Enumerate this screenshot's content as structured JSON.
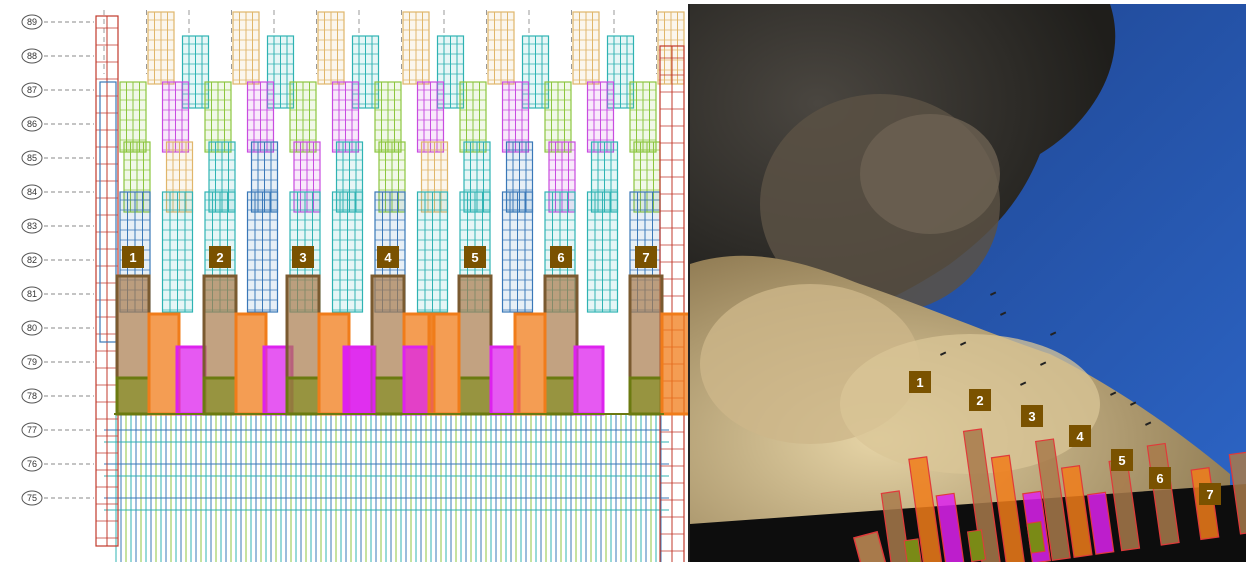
{
  "diagram": {
    "floors": [
      "89",
      "88",
      "87",
      "86",
      "85",
      "84",
      "83",
      "82",
      "81",
      "80",
      "79",
      "78",
      "77",
      "76",
      "75"
    ],
    "column_badges": [
      "1",
      "2",
      "3",
      "4",
      "5",
      "6",
      "7"
    ],
    "colors": {
      "orange": "#f07c1a",
      "brown": "#a87a4b",
      "magenta": "#dd22ee",
      "olive": "#7a8a16",
      "badge": "#7a5200",
      "red_grid": "#c0392b",
      "blue_grid": "#3a78b8",
      "teal_grid": "#2fb3b3",
      "green_grid": "#8cc63f",
      "tan_grid": "#e0b66a",
      "violet_grid": "#c94be0"
    }
  },
  "photo": {
    "column_badges": [
      "1",
      "2",
      "3",
      "4",
      "5",
      "6",
      "7"
    ],
    "colors": {
      "sky": "#2d66c8",
      "smoke_dark": "#1f1e1b",
      "dust": "#cdb78a"
    }
  }
}
